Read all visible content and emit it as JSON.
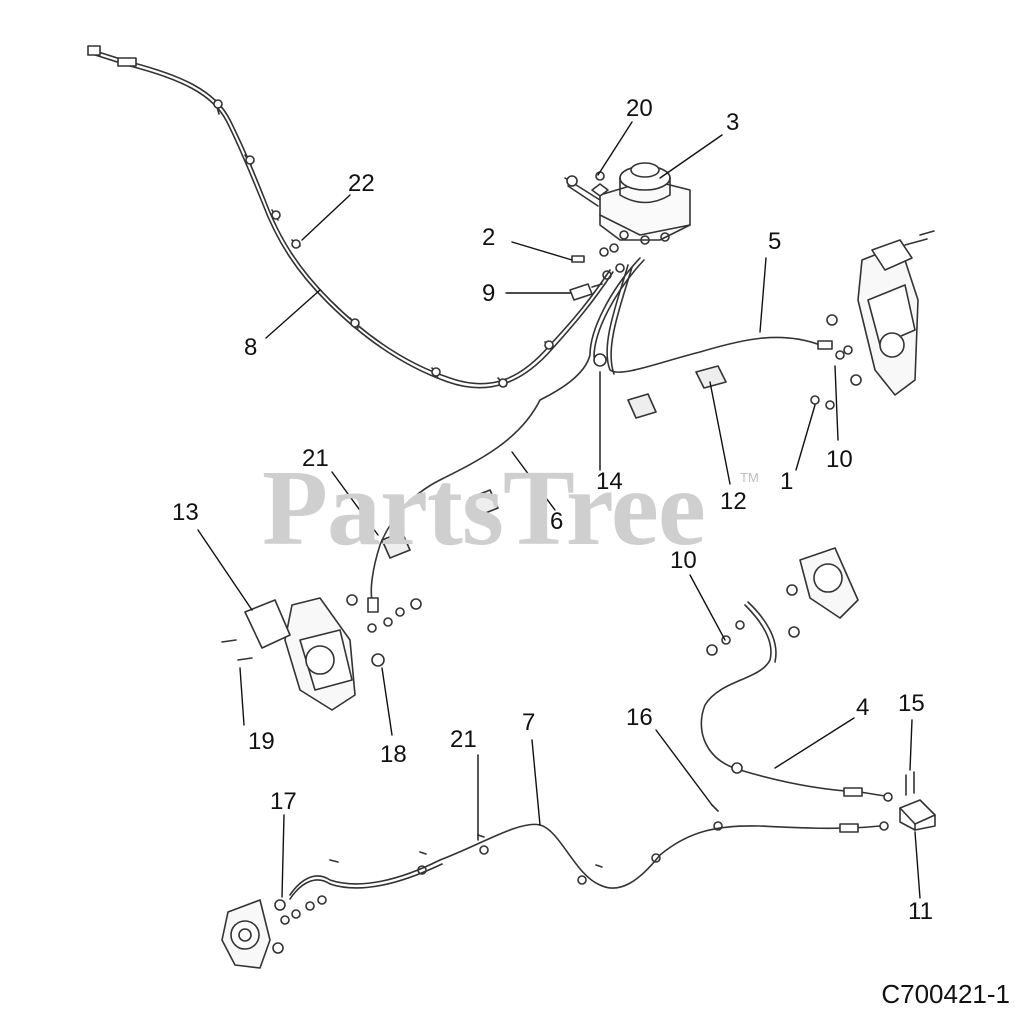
{
  "diagram": {
    "watermark": "PartsTree",
    "trademark": "TM",
    "figure_id": "C700421-1",
    "callouts": {
      "c20": "20",
      "c3": "3",
      "c22": "22",
      "c2": "2",
      "c5": "5",
      "c9": "9",
      "c8": "8",
      "c21a": "21",
      "c14": "14",
      "c12": "12",
      "c1": "1",
      "c10a": "10",
      "c13": "13",
      "c6": "6",
      "c10b": "10",
      "c19": "19",
      "c18": "18",
      "c4": "4",
      "c15": "15",
      "c21b": "21",
      "c7": "7",
      "c16": "16",
      "c17": "17",
      "c11": "11"
    }
  }
}
